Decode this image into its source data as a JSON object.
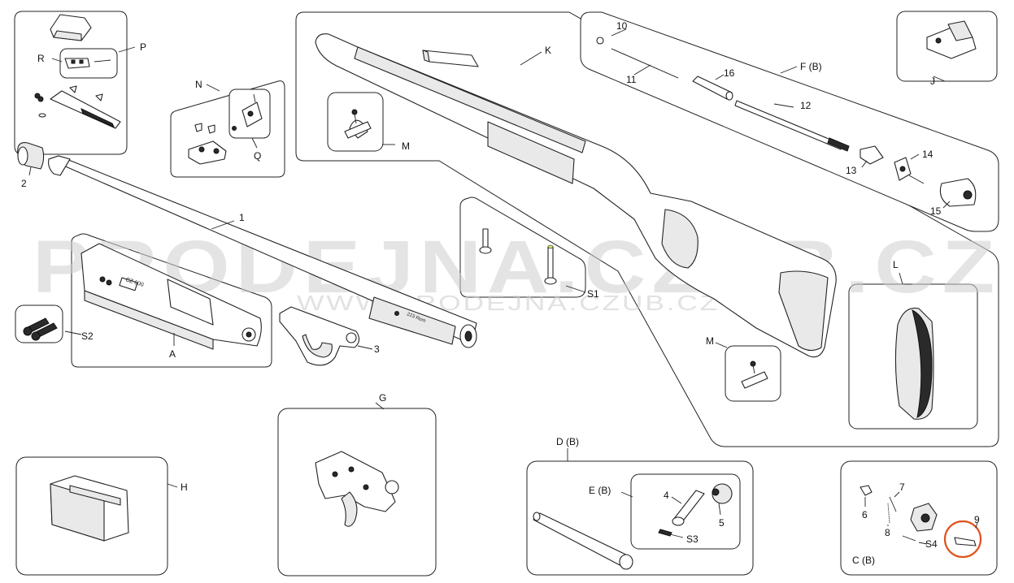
{
  "labels": {
    "P": "P",
    "R": "R",
    "N": "N",
    "Q": "Q",
    "K": "K",
    "M1": "M",
    "M2": "M",
    "n10": "10",
    "n11": "11",
    "n16": "16",
    "FB": "F (B)",
    "n12": "12",
    "J": "J",
    "n13": "13",
    "n14": "14",
    "n15": "15",
    "n2": "2",
    "n1": "1",
    "S1": "S1",
    "L": "L",
    "S2": "S2",
    "A": "A",
    "n3": "3",
    "G": "G",
    "H": "H",
    "DB": "D (B)",
    "EB": "E (B)",
    "n4": "4",
    "n5": "5",
    "S3": "S3",
    "n6": "6",
    "n7": "7",
    "n8": "8",
    "n9": "9",
    "S4": "S4",
    "CB": "C (B)"
  },
  "watermark": {
    "main": "PRODEJNA.CZUB.CZ",
    "sub": "WWW.PRODEJNA.CZUB.CZ"
  },
  "engravings": {
    "receiver": "CZ 600",
    "barrel": "223 Rem"
  },
  "colors": {
    "line": "#222222",
    "highlight": "#e0531f",
    "watermark": "#cfcfcf"
  }
}
